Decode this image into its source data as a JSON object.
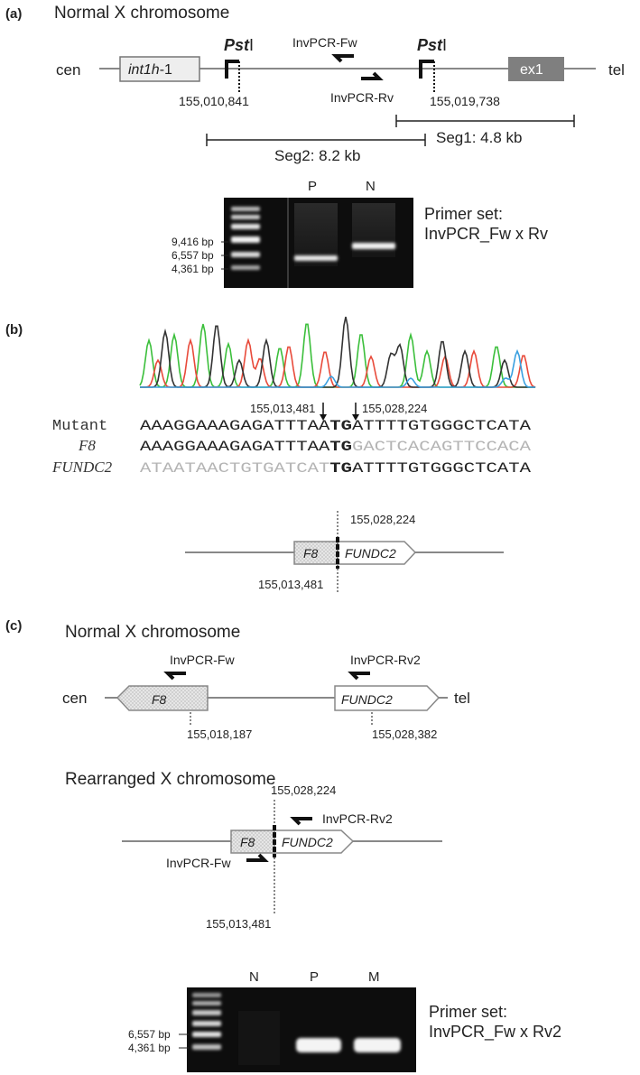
{
  "panel_a": {
    "label": "(a)",
    "title": "Normal X chromosome",
    "cen": "cen",
    "tel": "tel",
    "int1h_italic": "int1h",
    "int1h_suffix": "-1",
    "ex1": "ex1",
    "pst_italic": "Pst",
    "pst_suffix": "I",
    "primer_fw": "InvPCR-Fw",
    "primer_rv": "InvPCR-Rv",
    "pos_left": "155,010,841",
    "pos_right": "155,019,738",
    "seg1": "Seg1: 4.8 kb",
    "seg2": "Seg2: 8.2 kb",
    "gel": {
      "lane_p": "P",
      "lane_n": "N",
      "ladder": [
        "9,416 bp",
        "6,557 bp",
        "4,361 bp"
      ],
      "primer_set_title": "Primer set:",
      "primer_set_value": "InvPCR_Fw x Rv"
    }
  },
  "panel_b": {
    "label": "(b)",
    "bp_left": "155,013,481",
    "bp_right": "155,028,224",
    "rows": [
      {
        "name": "Mutant",
        "left": "AAAGGAAAGAGATTTAA",
        "mid": "TG",
        "right": "ATTTTGTGGGCTCATA"
      },
      {
        "name": "F8",
        "left": "AAAGGAAAGAGATTTAA",
        "mid": "TG",
        "right": "GACTCACAGTTCCACA"
      },
      {
        "name": "FUNDC2",
        "left": "ATAATAACTGTGATCAT",
        "mid": "TG",
        "right": "ATTTTGTGGGCTCATA"
      }
    ],
    "f8": "F8",
    "fundc2": "FUNDC2",
    "pos_top": "155,028,224",
    "pos_bottom": "155,013,481"
  },
  "panel_c": {
    "label": "(c)",
    "normal_title": "Normal X chromosome",
    "rearranged_title": "Rearranged X chromosome",
    "cen": "cen",
    "tel": "tel",
    "f8": "F8",
    "fundc2": "FUNDC2",
    "primer_fw": "InvPCR-Fw",
    "primer_rv2": "InvPCR-Rv2",
    "pos_f8": "155,018,187",
    "pos_fundc2": "155,028,382",
    "re_pos_top": "155,028,224",
    "re_pos_bottom": "155,013,481",
    "gel": {
      "lane_n": "N",
      "lane_p": "P",
      "lane_m": "M",
      "ladder": [
        "6,557 bp",
        "4,361 bp"
      ],
      "primer_set_title": "Primer set:",
      "primer_set_value": "InvPCR_Fw x Rv2"
    }
  },
  "colors": {
    "line": "#888888",
    "ink": "#222222",
    "exon_fill": "#7f7f7f",
    "box_fill": "#eeeeee",
    "gel_bg": "#0d0d0d",
    "gray_seq": "#b4b4b4"
  }
}
